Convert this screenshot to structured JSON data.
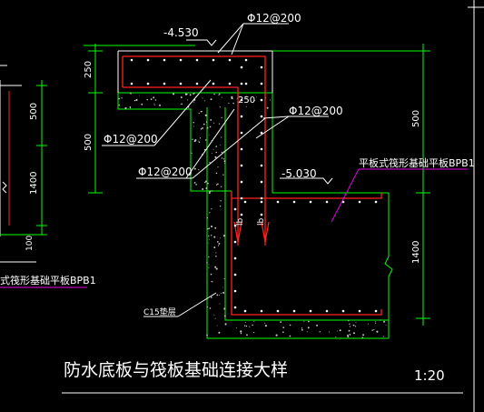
{
  "drawing": {
    "title": "防水底板与筏板基础连接大样",
    "scale": "1:20",
    "elevations": {
      "top": "-4.530",
      "bottom": "-5.030"
    },
    "rebar_labels": {
      "top_bar": "Φ12@200",
      "side_upper": "Φ12@200",
      "side_left": "Φ12@200",
      "side_lower": "Φ12@200"
    },
    "dimensions": {
      "left_top": "250",
      "left_mid": "500",
      "mid_width": "250",
      "right_top": "500",
      "right_bottom": "1400",
      "lb1": "lb",
      "lb2": "lb",
      "far_left_1": "500",
      "far_left_2": "1400",
      "far_left_3": "100"
    },
    "labels": {
      "raft_right": "平板式筏形基础平板BPB1",
      "raft_left": "式筏形基础平板BPB1",
      "concrete": "C15垫层"
    },
    "colors": {
      "background": "#000000",
      "line": "#ffffff",
      "dimension": "#00ff00",
      "rebar": "#ff2020",
      "leader": "#e600e6"
    }
  }
}
